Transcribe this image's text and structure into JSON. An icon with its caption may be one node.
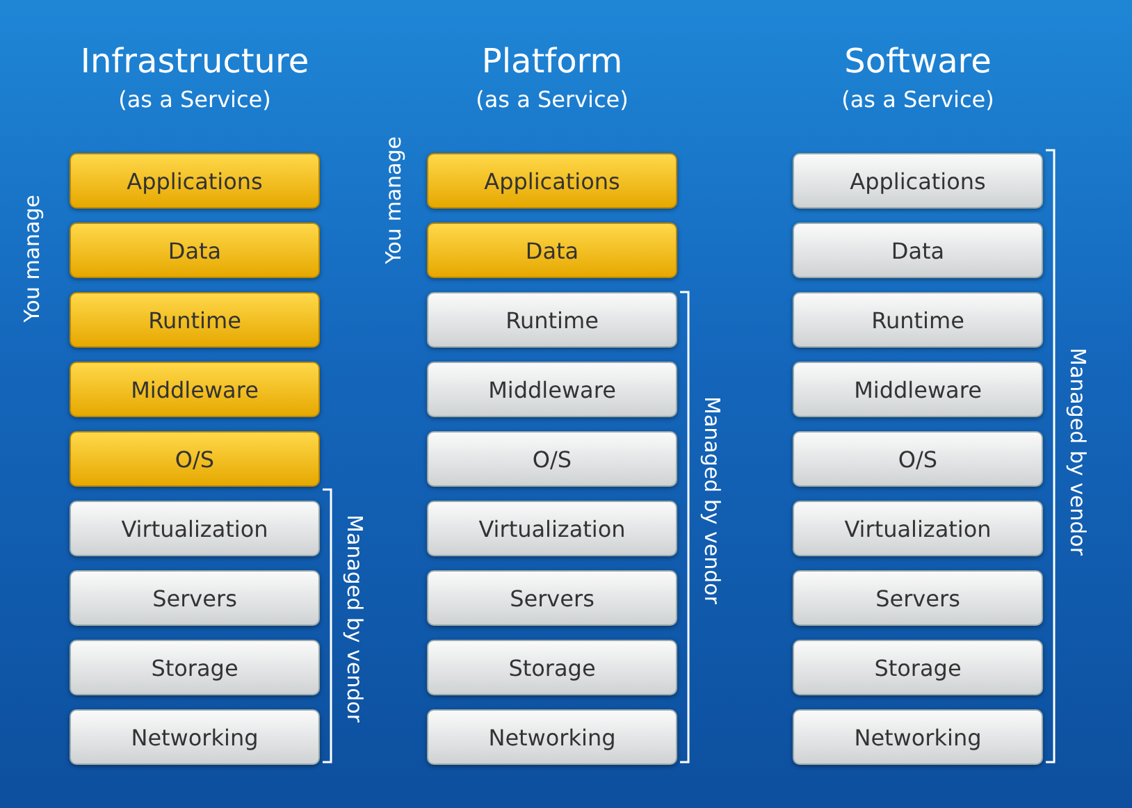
{
  "diagram": {
    "nodes": [
      {
        "text": [
          "Applications"
        ]
      },
      {
        "text": [
          "Data"
        ]
      },
      {
        "text": [
          "Runtime"
        ]
      },
      {
        "text": [
          "Middleware"
        ]
      },
      {
        "text": [
          "O/S"
        ]
      },
      {
        "text": [
          "Virtualization"
        ]
      },
      {
        "text": [
          "Servers"
        ]
      },
      {
        "text": [
          "Storage"
        ]
      },
      {
        "text": [
          "Networking"
        ]
      },
      {
        "text": [
          "Applications"
        ]
      },
      {
        "text": [
          "Data"
        ]
      },
      {
        "text": [
          "Runtime"
        ]
      },
      {
        "text": [
          "Middleware"
        ]
      },
      {
        "text": [
          "O/S"
        ]
      },
      {
        "text": [
          "Virtualization"
        ]
      },
      {
        "text": [
          "Servers"
        ]
      },
      {
        "text": [
          "Storage"
        ]
      },
      {
        "text": [
          "Networking"
        ]
      },
      {
        "text": [
          "Applications"
        ]
      },
      {
        "text": [
          "Data"
        ]
      },
      {
        "text": [
          "Runtime"
        ]
      },
      {
        "text": [
          "Middleware"
        ]
      },
      {
        "text": [
          "O/S"
        ]
      },
      {
        "text": [
          "Virtualization"
        ]
      },
      {
        "text": [
          "Servers"
        ]
      },
      {
        "text": [
          "Storage"
        ]
      },
      {
        "text": [
          "Networking"
        ]
      }
    ],
    "labels": [
      "Infrastructure",
      "(as a Service)",
      "Platform",
      "(as a Service)",
      "Software",
      "(as a Service)",
      "You manage",
      "You manage",
      "Managed by vendor",
      "Managed by vendor",
      "Managed by vendor"
    ]
  }
}
